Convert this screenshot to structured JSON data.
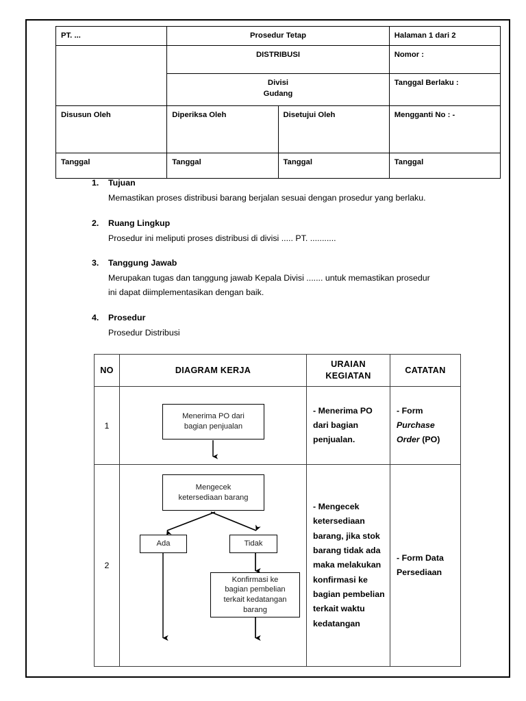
{
  "document": {
    "header_table": {
      "company": "PT. ...",
      "doc_type": "Prosedur Tetap",
      "page_info": "Halaman 1 dari 2",
      "title": "DISTRIBUSI",
      "nomor_label": "Nomor :",
      "divisi_line1": "Divisi",
      "divisi_line2": "Gudang",
      "tanggal_berlaku_label": "Tanggal Berlaku :",
      "disusun_oleh": "Disusun Oleh",
      "diperiksa_oleh": "Diperiksa Oleh",
      "disetujui_oleh": "Disetujui Oleh",
      "mengganti_no": "Mengganti No : -",
      "tanggal_1": "Tanggal",
      "tanggal_2": "Tanggal",
      "tanggal_3": "Tanggal",
      "tanggal_4": "Tanggal"
    },
    "sections": [
      {
        "num": "1.",
        "title": "Tujuan",
        "lines": [
          "Memastikan proses distribusi barang berjalan sesuai dengan prosedur yang berlaku."
        ]
      },
      {
        "num": "2.",
        "title": "Ruang Lingkup",
        "lines": [
          "Prosedur ini meliputi proses distribusi di divisi .....  PT. ..........."
        ]
      },
      {
        "num": "3.",
        "title": "Tanggung Jawab",
        "lines": [
          "Merupakan tugas dan tanggung jawab Kepala Divisi ....... untuk memastikan prosedur",
          "ini dapat diimplementasikan dengan baik."
        ]
      },
      {
        "num": "4.",
        "title": "Prosedur",
        "lines": [
          "Prosedur Distribusi"
        ]
      }
    ],
    "procedure_table": {
      "headers": {
        "no": "NO",
        "diagram": "DIAGRAM KERJA",
        "uraian_line1": "URAIAN",
        "uraian_line2": "KEGIATAN",
        "catatan": "CATATAN"
      },
      "rows": [
        {
          "no": "1",
          "flow_boxes": [
            {
              "id": "menerima-po",
              "line1": "Menerima PO dari",
              "line2": "bagian penjualan"
            }
          ],
          "uraian": "- Menerima PO dari bagian penjualan.",
          "catatan_pre": "- Form ",
          "catatan_italic": "Purchase Order",
          "catatan_post": " (PO)"
        },
        {
          "no": "2",
          "flow_boxes": [
            {
              "id": "mengecek-ketersediaan",
              "line1": "Mengecek",
              "line2": "ketersediaan barang"
            },
            {
              "id": "ada",
              "line1": "Ada"
            },
            {
              "id": "tidak",
              "line1": "Tidak"
            },
            {
              "id": "konfirmasi-pembelian",
              "line1": "Konfirmasi ke",
              "line2": "bagian pembelian",
              "line3": "terkait kedatangan",
              "line4": "barang"
            }
          ],
          "uraian": "- Mengecek ketersediaan barang, jika stok barang tidak ada maka melakukan konfirmasi ke bagian pembelian terkait waktu kedatangan",
          "catatan": "- Form Data Persediaan"
        }
      ]
    }
  },
  "colors": {
    "page_border": "#000000",
    "table_border": "#3a3a3a",
    "text": "#000000",
    "background": "#ffffff"
  }
}
